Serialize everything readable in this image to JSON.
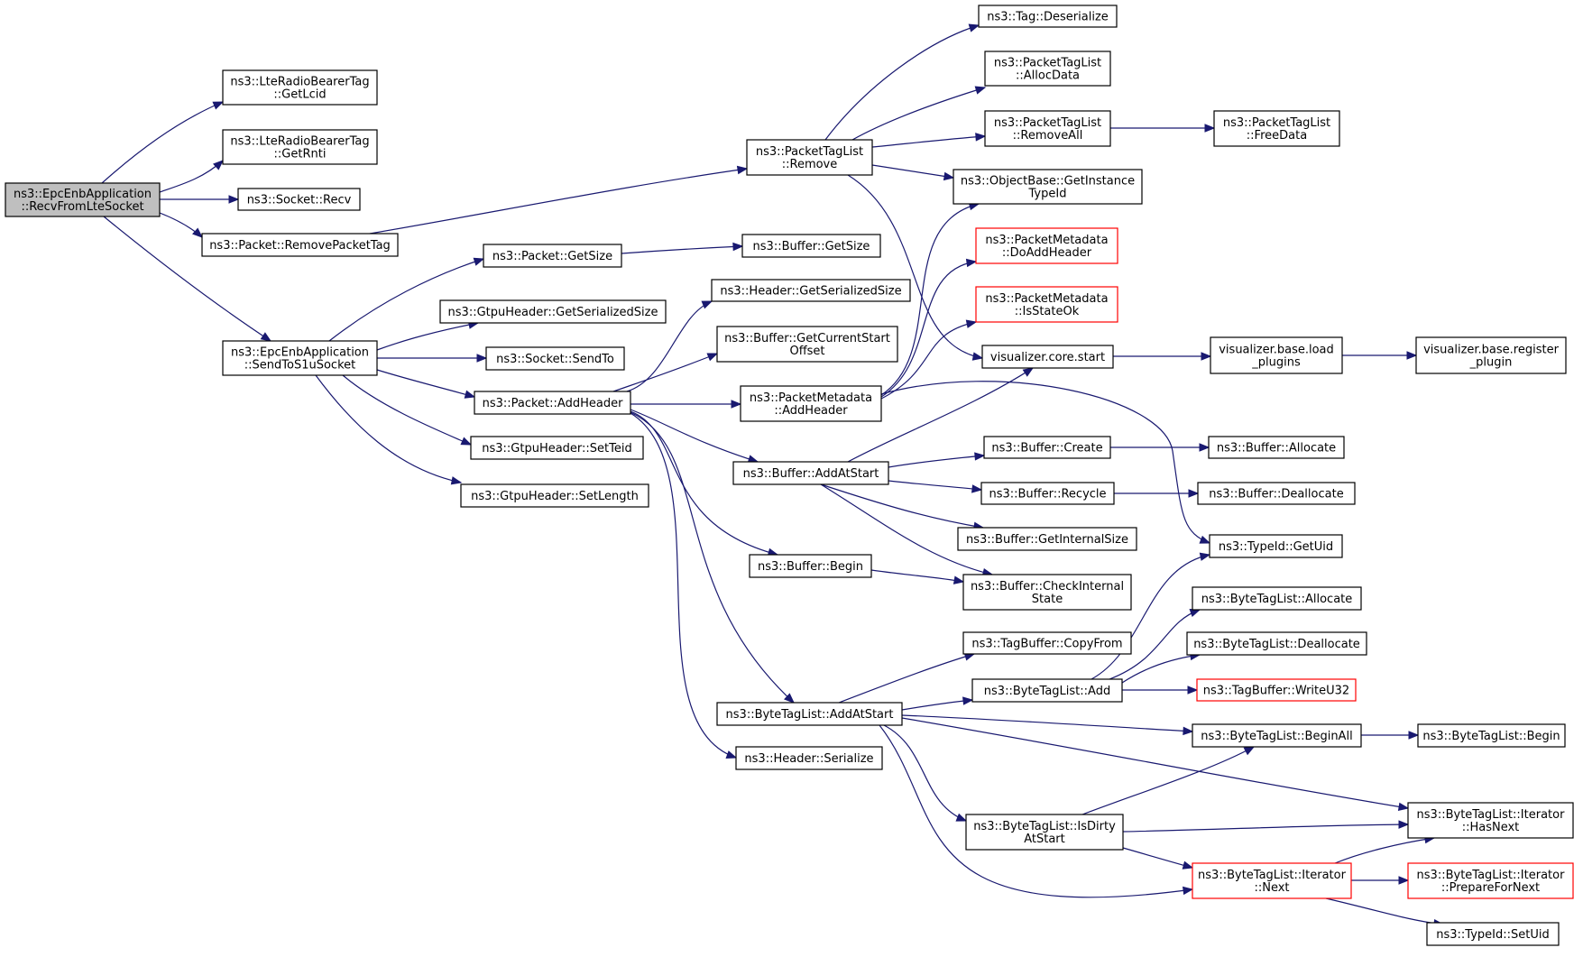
{
  "nodes": {
    "recvFromLte": [
      "ns3::EpcEnbApplication",
      "::RecvFromLteSocket"
    ],
    "getLcid": [
      "ns3::LteRadioBearerTag",
      "::GetLcid"
    ],
    "getRnti": [
      "ns3::LteRadioBearerTag",
      "::GetRnti"
    ],
    "socketRecv": [
      "ns3::Socket::Recv"
    ],
    "removePacketTag": [
      "ns3::Packet::RemovePacketTag"
    ],
    "sendToS1u": [
      "ns3::EpcEnbApplication",
      "::SendToS1uSocket"
    ],
    "packetGetSize": [
      "ns3::Packet::GetSize"
    ],
    "gtpuGetSerSize": [
      "ns3::GtpuHeader::GetSerializedSize"
    ],
    "socketSendTo": [
      "ns3::Socket::SendTo"
    ],
    "packetAddHeader": [
      "ns3::Packet::AddHeader"
    ],
    "gtpuSetTeid": [
      "ns3::GtpuHeader::SetTeid"
    ],
    "gtpuSetLength": [
      "ns3::GtpuHeader::SetLength"
    ],
    "ptlRemove": [
      "ns3::PacketTagList",
      "::Remove"
    ],
    "bufferGetSize": [
      "ns3::Buffer::GetSize"
    ],
    "headerGetSerSize": [
      "ns3::Header::GetSerializedSize"
    ],
    "bufferGetCurStart": [
      "ns3::Buffer::GetCurrentStart",
      "Offset"
    ],
    "pmAddHeader": [
      "ns3::PacketMetadata",
      "::AddHeader"
    ],
    "bufferAddAtStart": [
      "ns3::Buffer::AddAtStart"
    ],
    "bufferBegin": [
      "ns3::Buffer::Begin"
    ],
    "btlAddAtStart": [
      "ns3::ByteTagList::AddAtStart"
    ],
    "headerSerialize": [
      "ns3::Header::Serialize"
    ],
    "tagDeserialize": [
      "ns3::Tag::Deserialize"
    ],
    "ptlAllocData": [
      "ns3::PacketTagList",
      "::AllocData"
    ],
    "ptlRemoveAll": [
      "ns3::PacketTagList",
      "::RemoveAll"
    ],
    "ptlFreeData": [
      "ns3::PacketTagList",
      "::FreeData"
    ],
    "obGetInstanceTypeId": [
      "ns3::ObjectBase::GetInstance",
      "TypeId"
    ],
    "pmDoAddHeader": [
      "ns3::PacketMetadata",
      "::DoAddHeader"
    ],
    "pmIsStateOk": [
      "ns3::PacketMetadata",
      "::IsStateOk"
    ],
    "vizCoreStart": [
      "visualizer.core.start"
    ],
    "vizLoadPlugins": [
      "visualizer.base.load",
      "_plugins"
    ],
    "vizRegisterPlugin": [
      "visualizer.base.register",
      "_plugin"
    ],
    "bufferCreate": [
      "ns3::Buffer::Create"
    ],
    "bufferAllocate": [
      "ns3::Buffer::Allocate"
    ],
    "bufferRecycle": [
      "ns3::Buffer::Recycle"
    ],
    "bufferDeallocate": [
      "ns3::Buffer::Deallocate"
    ],
    "bufferGetInternalSize": [
      "ns3::Buffer::GetInternalSize"
    ],
    "typeIdGetUid": [
      "ns3::TypeId::GetUid"
    ],
    "bufferCheckInternal": [
      "ns3::Buffer::CheckInternal",
      "State"
    ],
    "btlAllocate": [
      "ns3::ByteTagList::Allocate"
    ],
    "btlDeallocate": [
      "ns3::ByteTagList::Deallocate"
    ],
    "tagBufferCopyFrom": [
      "ns3::TagBuffer::CopyFrom"
    ],
    "btlAdd": [
      "ns3::ByteTagList::Add"
    ],
    "tagBufferWriteU32": [
      "ns3::TagBuffer::WriteU32"
    ],
    "btlBeginAll": [
      "ns3::ByteTagList::BeginAll"
    ],
    "btlBegin": [
      "ns3::ByteTagList::Begin"
    ],
    "btlIterHasNext": [
      "ns3::ByteTagList::Iterator",
      "::HasNext"
    ],
    "btlIsDirtyAtStart": [
      "ns3::ByteTagList::IsDirty",
      "AtStart"
    ],
    "btlIterNext": [
      "ns3::ByteTagList::Iterator",
      "::Next"
    ],
    "btlIterPrepareForNext": [
      "ns3::ByteTagList::Iterator",
      "::PrepareForNext"
    ],
    "typeIdSetUid": [
      "ns3::TypeId::SetUid"
    ]
  },
  "colors": {
    "edge": "#191970",
    "root_fill": "#bfbfbf",
    "node_border": "#000000",
    "highlight_border": "#ff0000",
    "background": "#ffffff"
  }
}
